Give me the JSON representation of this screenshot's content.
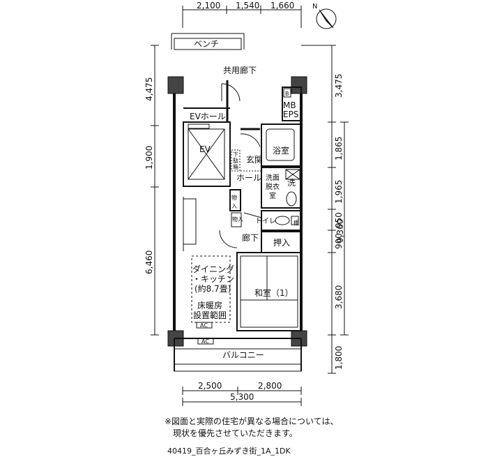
{
  "dimensions": {
    "top": [
      "2,100",
      "1,540",
      "1,660"
    ],
    "bottom": [
      "2,500",
      "2,800",
      "5,300"
    ],
    "left": [
      "4,475",
      "1,900",
      "6,460"
    ],
    "right": [
      "3,475",
      "1,865",
      "1,965",
      "950",
      "900",
      "3,680",
      "1,800",
      "9,360"
    ]
  },
  "rooms": {
    "bench": "ベンチ",
    "corridor_shared": "共用廊下",
    "ev_hall": "EVホール",
    "ev": "EV",
    "mb": "MB",
    "eps": "EPS",
    "b": "B",
    "bath": "浴室",
    "entrance": "玄関",
    "shoe_box_1": "下",
    "shoe_box_2": "駄",
    "shoe_box_3": "箱",
    "hall": "ホール",
    "washroom_1": "洗面",
    "washroom_2": "脱衣",
    "washroom_3": "室",
    "washer": "洗",
    "storage_1": "物",
    "storage_2": "入",
    "storage_small": "物入",
    "toilet": "トイレ",
    "shelf": "棚",
    "hallway": "廊下",
    "closet": "押入",
    "dining_1": "ダイニング",
    "dining_2": "・キッチン",
    "dining_3": "(約8.7畳)",
    "floor_heat_1": "床暖房",
    "floor_heat_2": "設置範囲",
    "ac": "AC",
    "washitsu": "和室（1）",
    "balcony": "バルコニー"
  },
  "compass": "N",
  "note": {
    "line1": "※図面と実際の住宅が異なる場合については、",
    "line2": "現状を優先させていただきます。"
  },
  "caption": "40419_百合ヶ丘みずき街_1A_1DK"
}
